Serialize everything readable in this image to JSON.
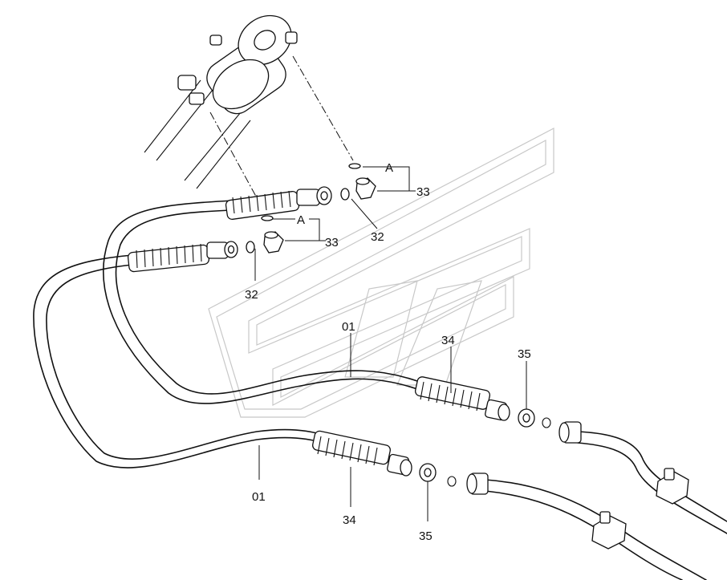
{
  "callouts": {
    "fitting_upper": "33",
    "fitting_lower": "33",
    "oring_upper": "32",
    "oring_lower": "32",
    "ref_upper": "A",
    "ref_lower": "A",
    "hose_upper": "01",
    "hose_lower": "01",
    "spring_upper": "34",
    "spring_lower": "34",
    "washer_upper": "35",
    "washer_lower": "35"
  }
}
